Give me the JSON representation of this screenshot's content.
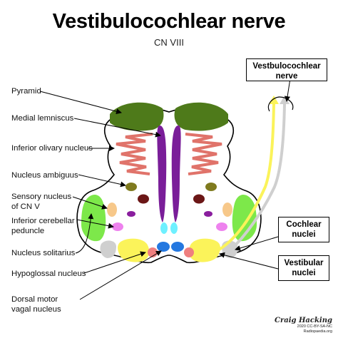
{
  "title": "Vestibulocochlear nerve",
  "subtitle": "CN VIII",
  "left_labels": {
    "pyramid": "Pyramid",
    "medial_lemniscus": "Medial lemniscus",
    "inferior_olivary": "Inferior olivary nucleus",
    "nucleus_ambiguus": "Nucleus ambiguus",
    "sensory_cn5_line1": "Sensory nucleus",
    "sensory_cn5_line2": "of CN V",
    "icp_line1": "Inferior cerebellar",
    "icp_line2": "peduncle",
    "solitarius": "Nucleus solitarius",
    "hypoglossal": "Hypoglossal nucleus",
    "dmv_line1": "Dorsal motor",
    "dmv_line2": "vagal nucleus"
  },
  "right_labels": {
    "nerve_line1": "Vestbulocochlear",
    "nerve_line2": "nerve",
    "cochlear_line1": "Cochlear",
    "cochlear_line2": "nuclei",
    "vestibular_line1": "Vestibular",
    "vestibular_line2": "nuclei"
  },
  "credit": {
    "signature": "Craig Hacking",
    "license": "2020 CC-BY-SA-NC",
    "site": "Radiopaedia.org"
  },
  "colors": {
    "pyramid": "#4e7a1a",
    "medial_lemniscus": "#7a1e99",
    "olive": "#e0736a",
    "ambiguus": "#7f7a1e",
    "sensory_cn5": "#f7c88a",
    "icp": "#7de84a",
    "dmv": "#ef7f7f",
    "hypoglossal": "#2478e0",
    "solitarius": "#6b1616",
    "vestibular": "#fbf35a",
    "cochlear": "#cfcfcf",
    "pink": "#ee82ee",
    "purple_small": "#8a1e9e",
    "cyan": "#6ff0ff"
  }
}
